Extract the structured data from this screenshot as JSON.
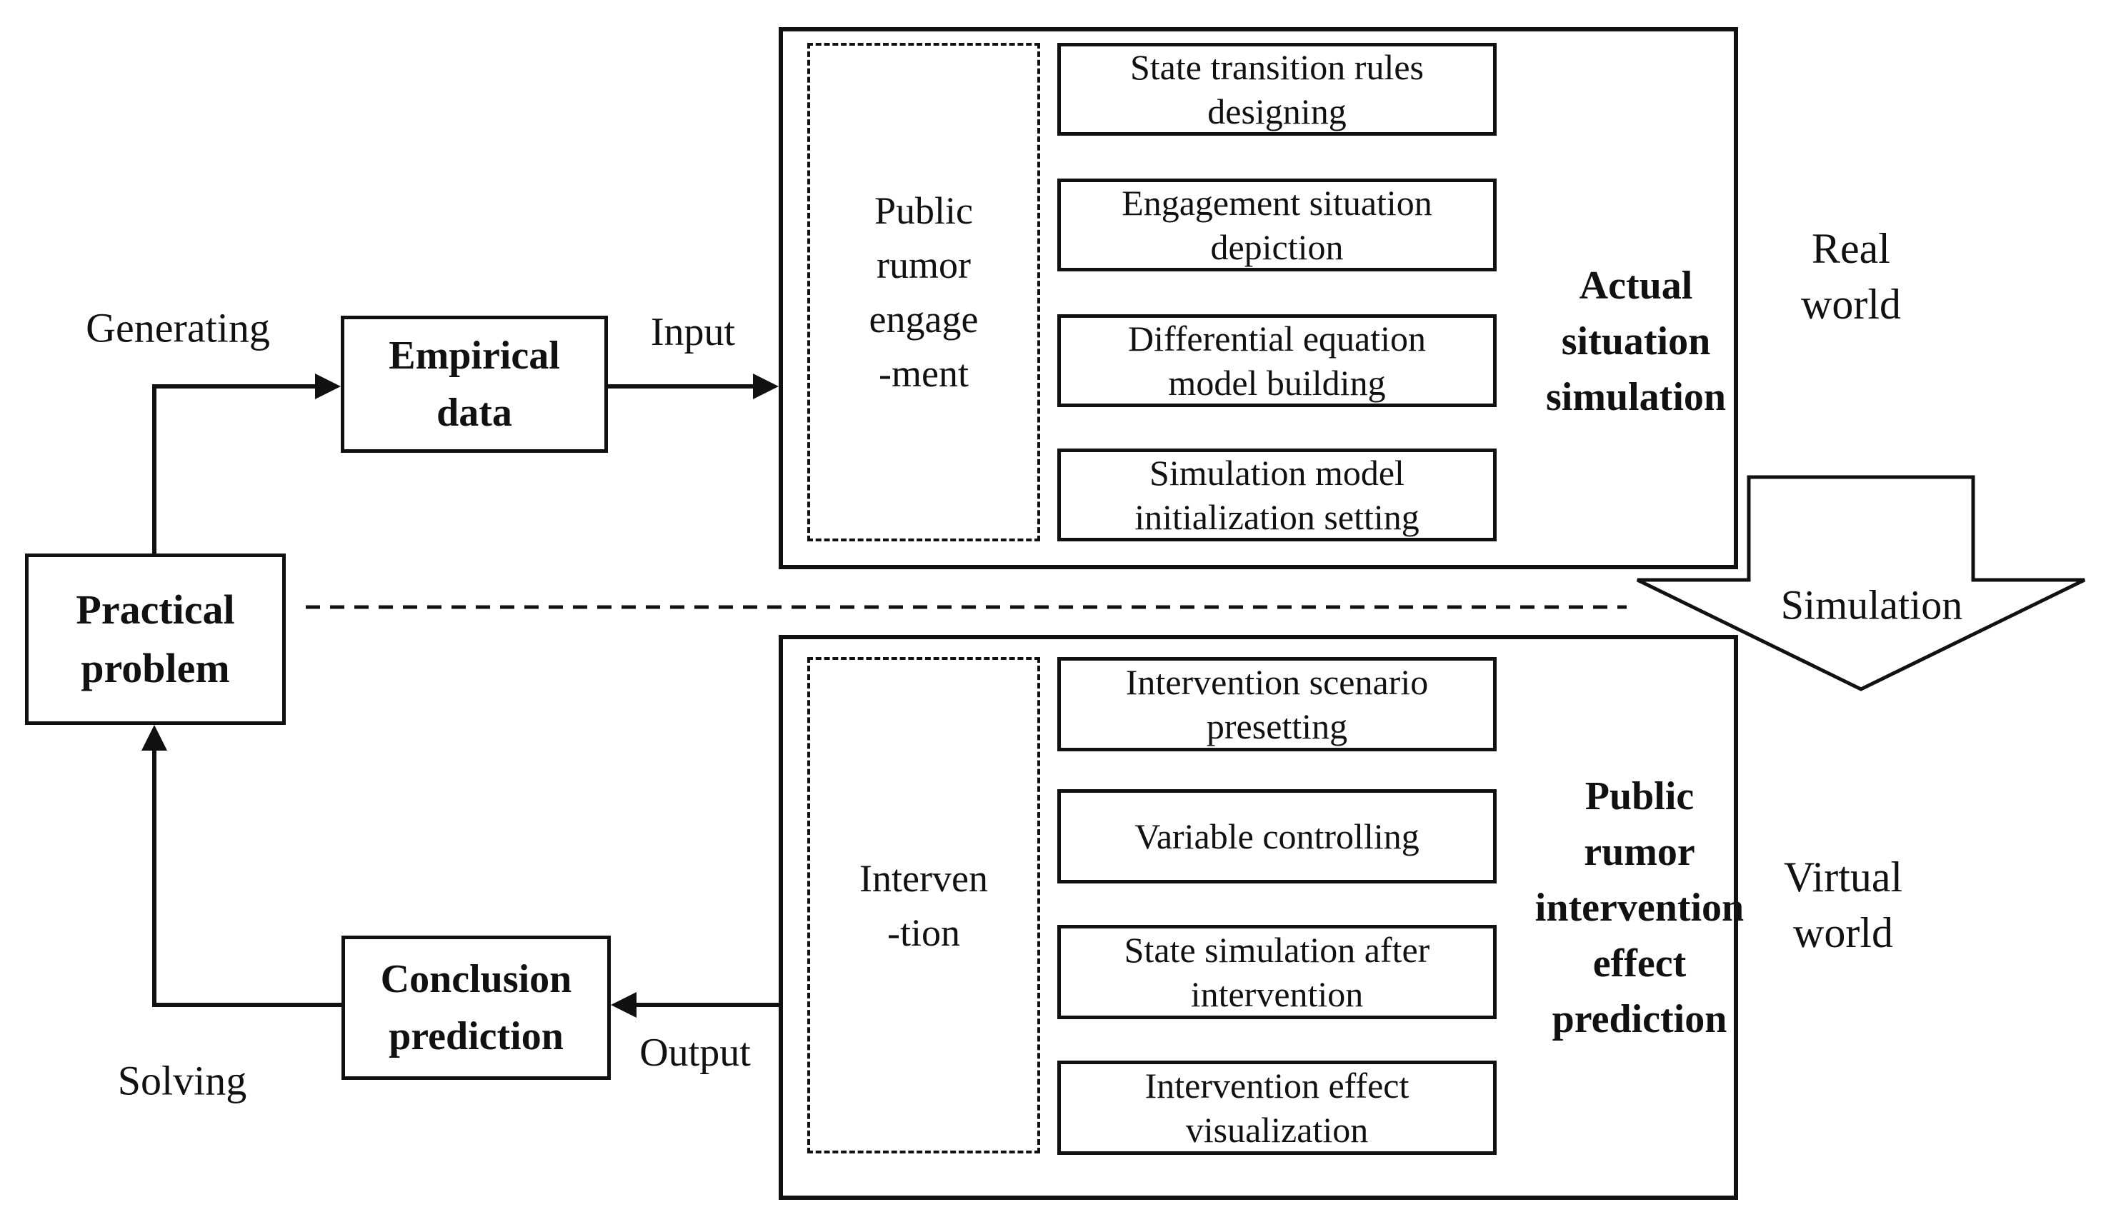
{
  "diagram": {
    "colors": {
      "ink": "#111111",
      "background": "#ffffff"
    },
    "labels": {
      "generating": "Generating",
      "input": "Input",
      "output": "Output",
      "solving": "Solving",
      "simulation": "Simulation",
      "real_world": "Real\nworld",
      "virtual_world": "Virtual\nworld"
    },
    "nodes": {
      "practical_problem": "Practical\nproblem",
      "empirical_data": "Empirical\ndata",
      "conclusion_prediction": "Conclusion\nprediction"
    },
    "top_panel": {
      "group_label": "Public\nrumor\nengage\n-ment",
      "caption": "Actual\nsituation\nsimulation",
      "steps": [
        {
          "label": "State transition rules\ndesigning"
        },
        {
          "label": "Engagement situation\ndepiction"
        },
        {
          "label": "Differential equation\nmodel building"
        },
        {
          "label": "Simulation model\ninitialization setting"
        }
      ]
    },
    "bottom_panel": {
      "group_label": "Interven\n-tion",
      "caption": "Public\nrumor\nintervention\neffect\nprediction",
      "steps": [
        {
          "label": "Intervention scenario\npresetting"
        },
        {
          "label": "Variable controlling"
        },
        {
          "label": "State simulation after\nintervention"
        },
        {
          "label": "Intervention effect\nvisualization"
        }
      ]
    }
  }
}
